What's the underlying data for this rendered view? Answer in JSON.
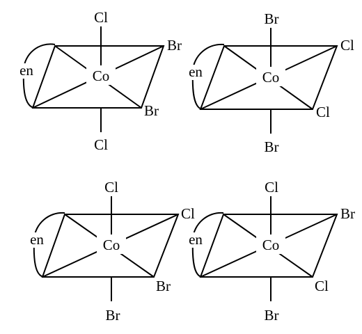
{
  "structures": [
    {
      "center": "Co",
      "chelate": "en",
      "top": "Cl",
      "bottom": "Cl",
      "right_top": "Br",
      "right_bottom": "Br"
    },
    {
      "center": "Co",
      "chelate": "en",
      "top": "Br",
      "bottom": "Br",
      "right_top": "Cl",
      "right_bottom": "Cl"
    },
    {
      "center": "Co",
      "chelate": "en",
      "top": "Cl",
      "bottom": "Br",
      "right_top": "Cl",
      "right_bottom": "Br"
    },
    {
      "center": "Co",
      "chelate": "en",
      "top": "Cl",
      "bottom": "Br",
      "right_top": "Br",
      "right_bottom": "Cl"
    }
  ]
}
